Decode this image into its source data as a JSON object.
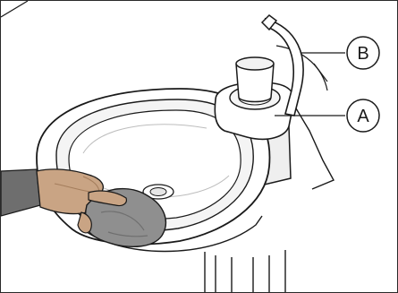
{
  "callouts": {
    "a": {
      "letter": "A",
      "target": "cup-filler"
    },
    "b": {
      "letter": "B",
      "target": "bowl-rinse-spout"
    }
  },
  "colors": {
    "line": "#1a1a1a",
    "cloth_fill": "#8f8f8f",
    "cloth_shadow": "#6f6f6f",
    "hand_fill": "#c9a484",
    "hand_shadow": "#a47d5c",
    "bowl_inner": "#f2f2f2",
    "bowl_shade": "#d9d9d9",
    "background": "#ffffff"
  },
  "scene": {
    "objects": [
      "dental-spittoon-bowl",
      "cup-holder",
      "cup",
      "rinse-spout",
      "hand",
      "cleaning-cloth",
      "drain"
    ]
  }
}
